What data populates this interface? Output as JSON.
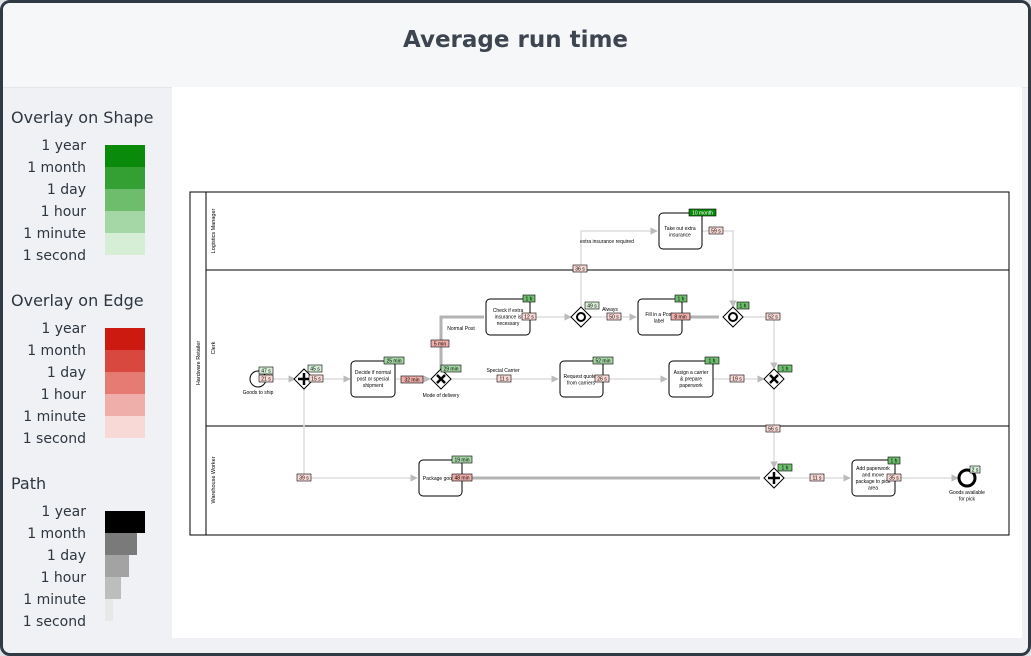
{
  "title": "Average run time",
  "legends": {
    "shape": {
      "heading": "Overlay on Shape",
      "levels": [
        "1 year",
        "1 month",
        "1 day",
        "1 hour",
        "1 minute",
        "1 second"
      ],
      "colors": [
        "#0a8a0a",
        "#34a034",
        "#6dbd6d",
        "#a5d6a5",
        "#d6edd6"
      ]
    },
    "edge": {
      "heading": "Overlay on Edge",
      "levels": [
        "1 year",
        "1 month",
        "1 day",
        "1 hour",
        "1 minute",
        "1 second"
      ],
      "colors": [
        "#cc1a10",
        "#d8483f",
        "#e57b72",
        "#f0aeaa",
        "#f8d9d6"
      ]
    },
    "path": {
      "heading": "Path",
      "levels": [
        "1 year",
        "1 month",
        "1 day",
        "1 hour",
        "1 minute",
        "1 second"
      ],
      "colors": [
        "#000000",
        "#7a7a7a",
        "#a3a3a3",
        "#bdbdbd",
        "#e8e8e8"
      ]
    }
  },
  "diagram": {
    "pool": "Hardware Retailer",
    "lanes": [
      "Logistics Manager",
      "Clerk",
      "Warehouse Worker"
    ],
    "nodes": {
      "goods_to_ship": "Goods to ship",
      "decide": "Decide if normal post or special shipment",
      "mode_of_delivery": "Mode of delivery",
      "check_insurance": "Check if extra insurance is necessary",
      "extra_insurance": "Take out extra insurance",
      "fill_label": "Fill in a Post label",
      "request_quotes": "Request quotes from carriers",
      "assign_carrier": "Assign a carrier & prepare paperwork",
      "package_goods": "Package goods",
      "add_paperwork": "Add paperwork and move package to pick area",
      "goods_available": "Goods available for pick"
    },
    "edge_labels": {
      "normal_post": "Normal Post",
      "special_carrier": "Special Carrier",
      "extra_insurance_required": "extra insurance required",
      "always": "Always"
    },
    "shape_overlays": {
      "goods_to_ship": "47 s",
      "split_gateway": "45 s",
      "decide": "25 min",
      "mode_of_delivery": "29 min",
      "check_insurance": "1 h",
      "inclusive_split": "49 s",
      "extra_insurance": "10 month",
      "fill_label": "1 h",
      "inclusive_join": "1 h",
      "request_quotes": "52 min",
      "assign_carrier": "1 h",
      "carrier_join": "1 h",
      "package_goods": "19 min",
      "parallel_join": "1 h",
      "add_paperwork": "1 h",
      "goods_available": "2 s"
    },
    "edge_overlays": {
      "goods_to_split": "21 s",
      "split_to_decide": "15 s",
      "decide_to_mode": "32 min",
      "normal_post": "5 min",
      "check_to_inclusive": "12 s",
      "to_insurance": "36 s",
      "insurance_to_join": "59 s",
      "always": "50 s",
      "label_to_join": "8 min",
      "join_onward": "52 s",
      "special_carrier": "11 s",
      "quotes_to_assign": "26 s",
      "assign_to_join": "19 s",
      "carrier_to_parallel": "56 s",
      "split_to_package": "39 s",
      "package_to_parallel": "48 min",
      "parallel_to_paperwork": "11 s",
      "paperwork_to_end": "35 s"
    }
  }
}
